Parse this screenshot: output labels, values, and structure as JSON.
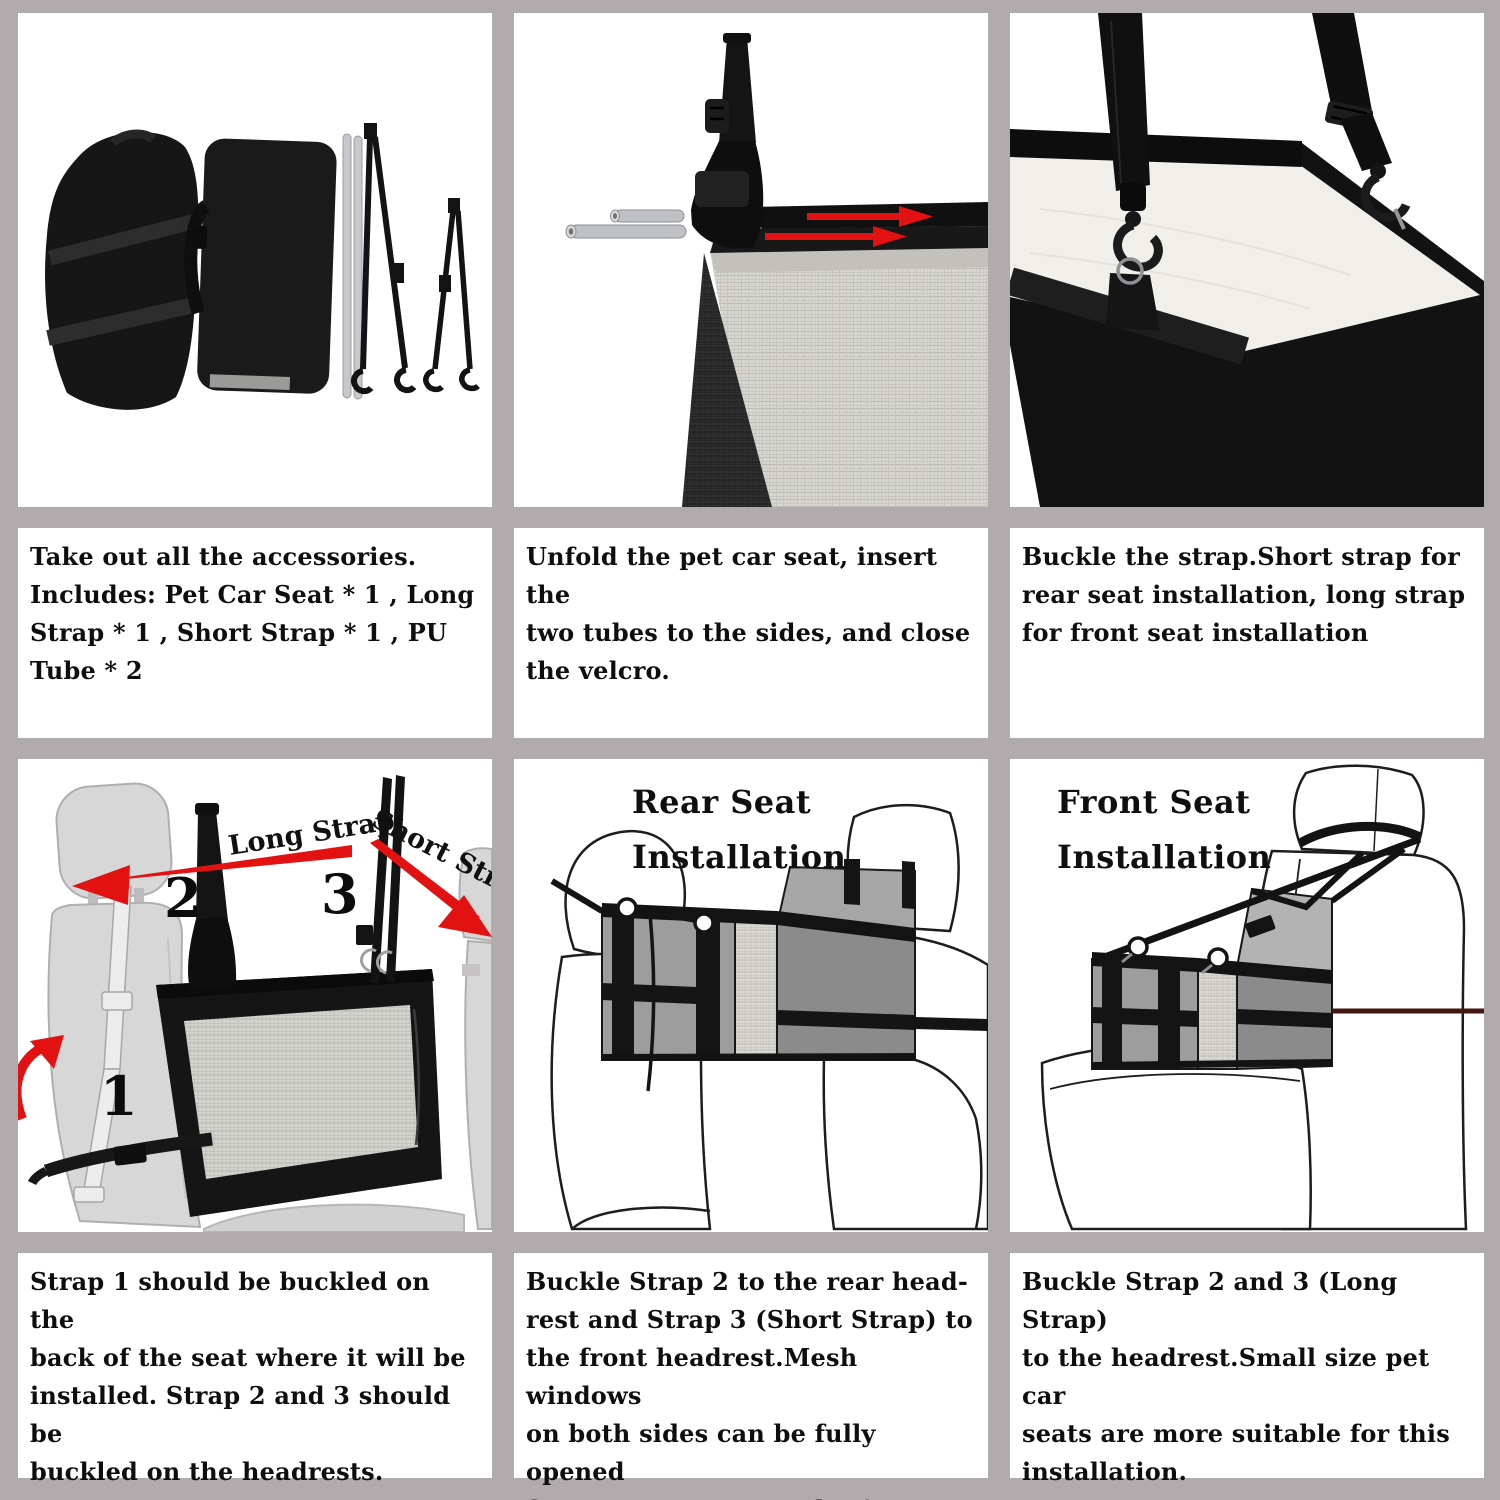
{
  "sheet": {
    "background_color": "#b2abad",
    "panel_color": "#ffffff",
    "text_color": "#0e0e0e",
    "arrow_red": "#e31212",
    "tube_gray": "#c7c8cb",
    "mesh_gray": "#d7d6d1",
    "box_gray": "#9d9d9d",
    "box_side_gray": "#8b8b8b"
  },
  "panels": [
    {
      "caption": "Take out all the accessories.\nIncludes: Pet Car Seat * 1 , Long\nStrap * 1 , Short Strap * 1 , PU\nTube * 2"
    },
    {
      "caption": "Unfold the pet car seat, insert the\ntwo tubes to the sides, and close\nthe velcro."
    },
    {
      "caption": "Buckle the strap.Short strap for\nrear seat installation, long strap\nfor front seat installation"
    },
    {
      "caption": "Strap 1 should be buckled on the\nback of the seat where it will be\ninstalled. Strap 2 and 3 should be\nbuckled on the headrests.",
      "labels": {
        "long_strap": "Long Strap",
        "short_strap": "Short Strap",
        "num1": "1",
        "num2": "2",
        "num3": "3"
      }
    },
    {
      "title": "Rear Seat\nInstallation",
      "caption": "Buckle Strap 2 to the rear head-\nrest and Strap 3 (Short Strap) to\nthe front headrest.Mesh windows\non both sides can be fully opened\nfor easy pet entry and exit."
    },
    {
      "title": "Front Seat\nInstallation",
      "caption": "Buckle Strap 2 and 3 (Long Strap)\nto the headrest.Small size pet car\nseats are more suitable for this\ninstallation."
    }
  ]
}
